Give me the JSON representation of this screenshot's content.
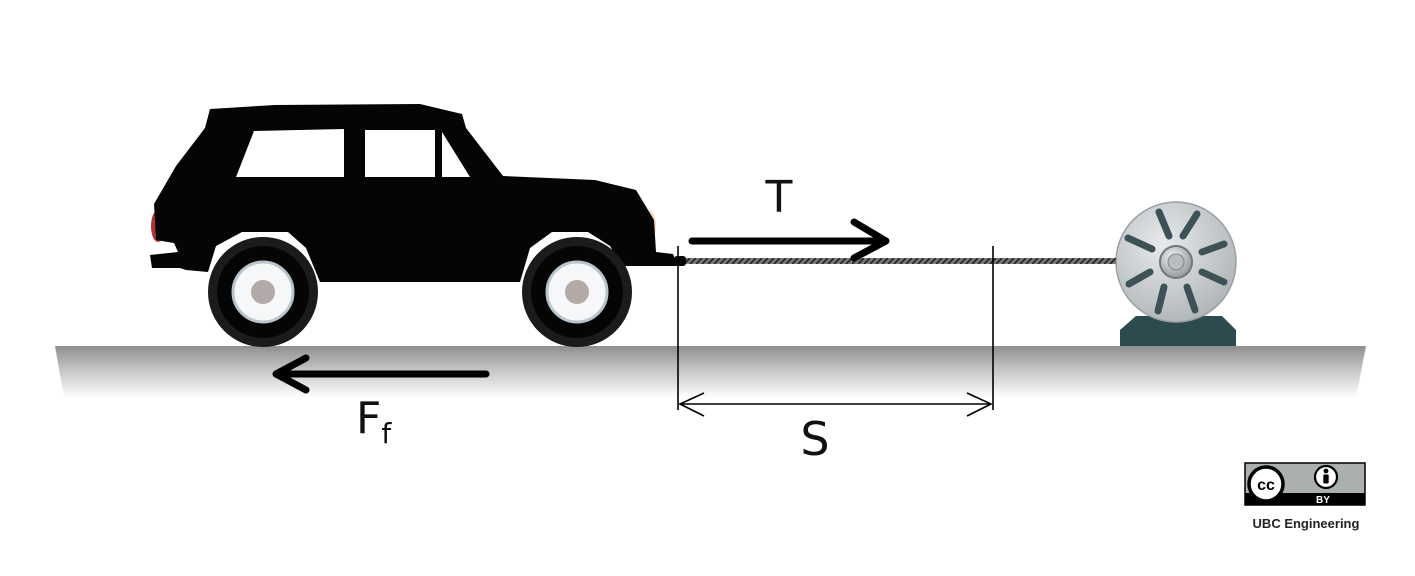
{
  "labels": {
    "tension": "T",
    "friction_main": "F",
    "friction_sub": "f",
    "distance": "S"
  },
  "license": {
    "badge_cc": "cc",
    "badge_by": "BY",
    "credit": "UBC Engineering"
  },
  "colors": {
    "vehicle_body": "#050505",
    "ground_top": "#8f8f8f",
    "ground_bottom": "#ffffff",
    "winch_base": "#2d4a4f",
    "winch_drum": "#c9cdcf",
    "winch_spokes": "#3d5257",
    "cable": "#555555",
    "arrow": "#000000",
    "taillight": "#b5332b",
    "headlight": "#f5dcc0"
  },
  "icons": {
    "vehicle": "suv-icon",
    "winch": "winch-icon",
    "license": "cc-by-icon"
  }
}
